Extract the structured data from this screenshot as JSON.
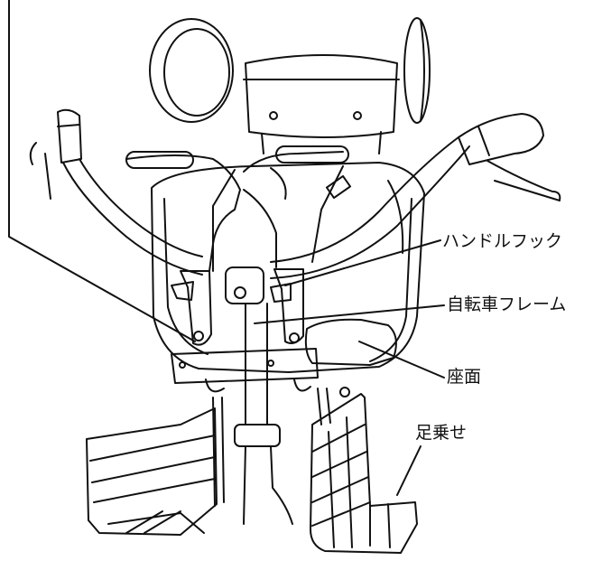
{
  "labels": {
    "handle_hook": "ハンドルフック",
    "bicycle_frame": "自転車フレーム",
    "seat": "座面",
    "footrest": "足乗せ"
  },
  "colors": {
    "line": "#111111",
    "background": "#ffffff"
  }
}
